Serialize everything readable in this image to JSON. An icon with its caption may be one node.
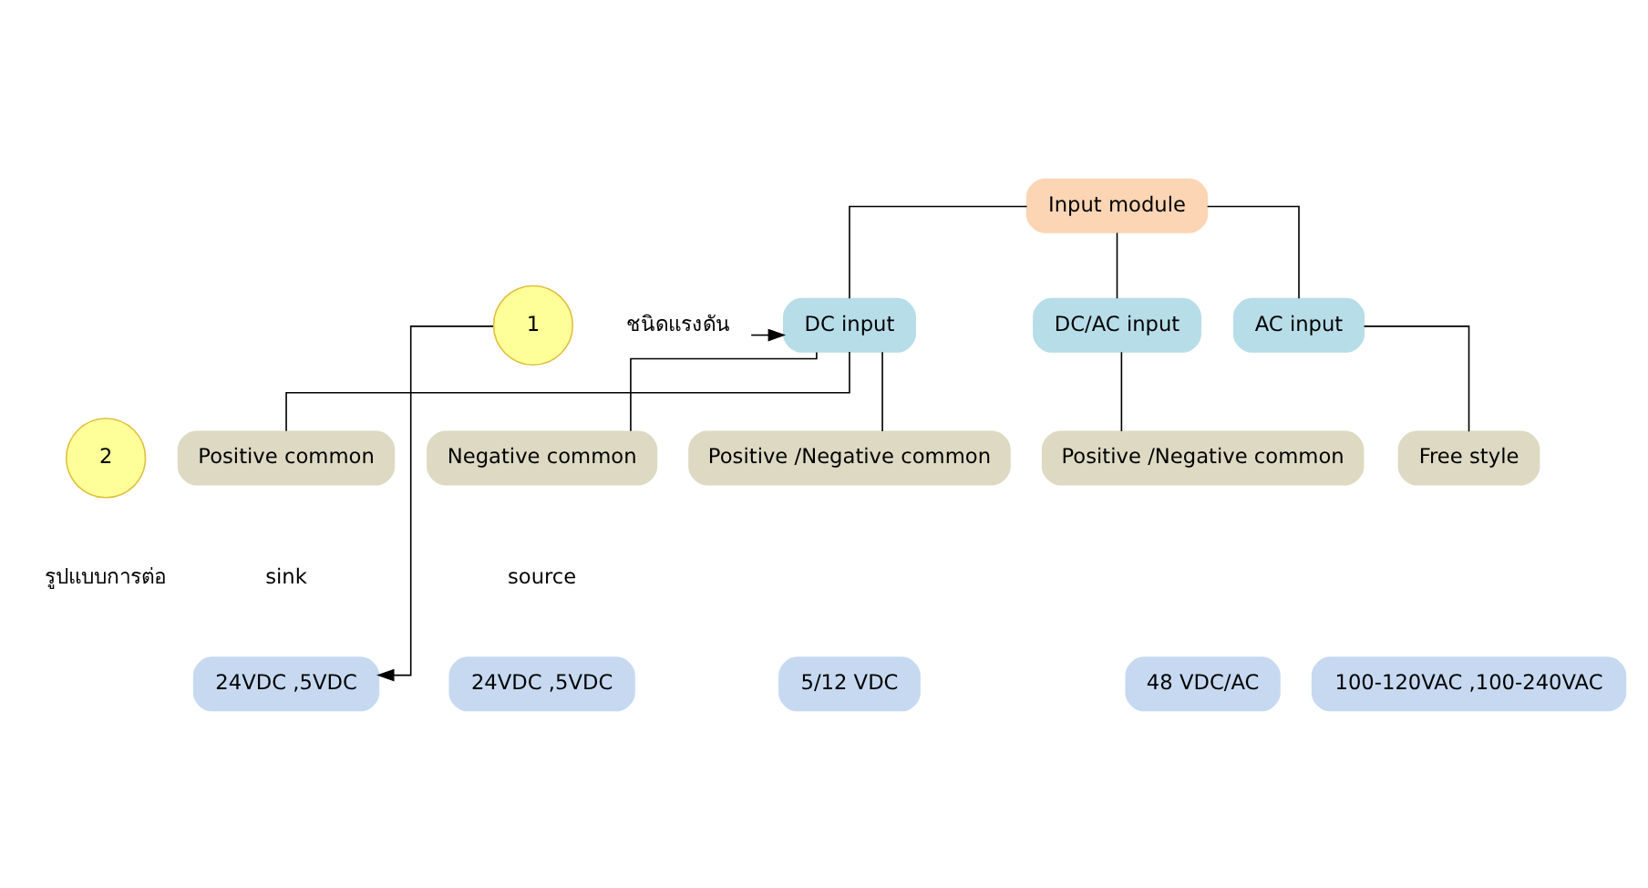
{
  "diagram": {
    "nodes": [
      {
        "text": [
          "Input module"
        ]
      },
      {
        "text": [
          "1"
        ]
      },
      {
        "text": [
          "ชนิดแรงดัน"
        ]
      },
      {
        "text": [
          "DC input"
        ]
      },
      {
        "text": [
          "DC/AC input"
        ]
      },
      {
        "text": [
          "AC input"
        ]
      },
      {
        "text": [
          "2"
        ],
        "beside": [
          "รูปแบบการต่อ"
        ]
      },
      {
        "text": [
          "Positive common"
        ],
        "beside": [
          "sink"
        ]
      },
      {
        "text": [
          "Negative common"
        ],
        "beside": [
          "source"
        ]
      },
      {
        "text": [
          "Positive /Negative common"
        ]
      },
      {
        "text": [
          "Positive /Negative common"
        ]
      },
      {
        "text": [
          "Free style"
        ]
      },
      {
        "text": [
          "24VDC ,5VDC"
        ]
      },
      {
        "text": [
          "24VDC ,5VDC"
        ]
      },
      {
        "text": [
          "5/12 VDC"
        ]
      },
      {
        "text": [
          "48 VDC/AC"
        ]
      },
      {
        "text": [
          "100-120VAC ,100-240VAC"
        ]
      }
    ],
    "edges": [
      {
        "from": 0,
        "to": 3,
        "arrow": "none"
      },
      {
        "from": 0,
        "to": 4,
        "arrow": "none"
      },
      {
        "from": 0,
        "to": 5,
        "arrow": "none"
      },
      {
        "from": 2,
        "to": 3,
        "arrow": "to"
      },
      {
        "from": 3,
        "to": 7,
        "arrow": "none"
      },
      {
        "from": 3,
        "to": 8,
        "arrow": "none"
      },
      {
        "from": 3,
        "to": 9,
        "arrow": "none"
      },
      {
        "from": 4,
        "to": 10,
        "arrow": "none"
      },
      {
        "from": 5,
        "to": 11,
        "arrow": "none"
      },
      {
        "from": 1,
        "to": 12,
        "arrow": "to"
      }
    ]
  }
}
